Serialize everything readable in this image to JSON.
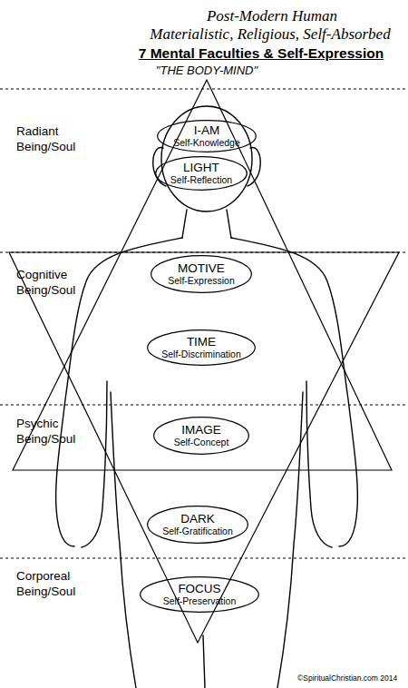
{
  "diagram": {
    "title": "Post-Modern Human",
    "nodes": [
      {
        "text": [
          "I-AM",
          "Self-Knowledge"
        ]
      },
      {
        "text": [
          "LIGHT",
          "Self-Reflection"
        ]
      },
      {
        "text": [
          "MOTIVE",
          "Self-Expression"
        ]
      },
      {
        "text": [
          "TIME",
          "Self-Discrimination"
        ]
      },
      {
        "text": [
          "IMAGE",
          "Self-Concept"
        ]
      },
      {
        "text": [
          "DARK",
          "Self-Gratification"
        ]
      },
      {
        "text": [
          "FOCUS",
          "Self-Preservation"
        ]
      }
    ],
    "labels": [
      "Materialistic, Religious, Self-Absorbed",
      "7 Mental Faculties & Self-Expression",
      "\"THE BODY-MIND\"",
      "Radiant Being/Soul",
      "Cognitive Being/Soul",
      "Psychic Being/Soul",
      "Corporeal Being/Soul",
      "©SpiritualChristian.com 2014"
    ]
  }
}
